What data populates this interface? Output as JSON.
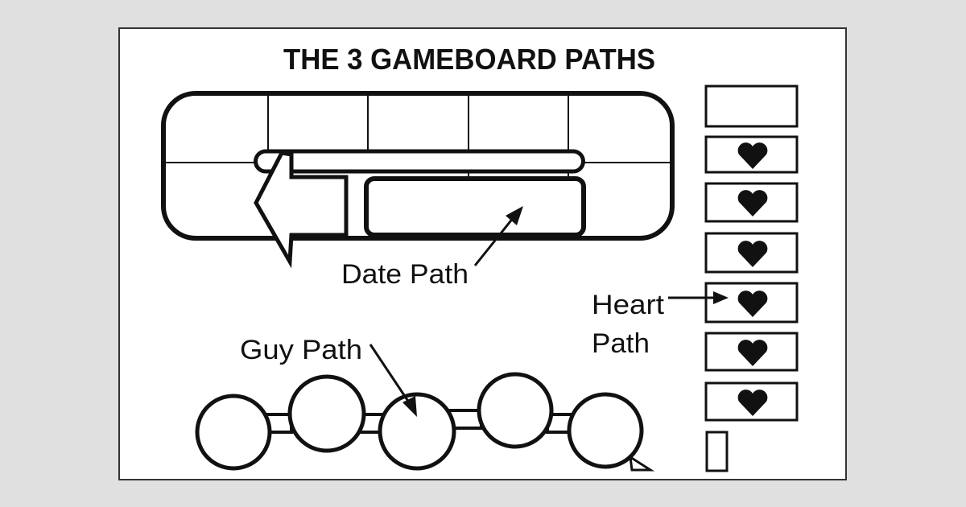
{
  "title": "THE 3 GAMEBOARD PATHS",
  "labels": {
    "date_path": "Date Path",
    "guy_path": "Guy Path",
    "heart_line1": "Heart",
    "heart_line2": "Path"
  },
  "heart_path": {
    "heart_spaces": 6
  },
  "colors": {
    "background": "#e0e0e0",
    "panel": "#ffffff",
    "ink": "#111111"
  }
}
